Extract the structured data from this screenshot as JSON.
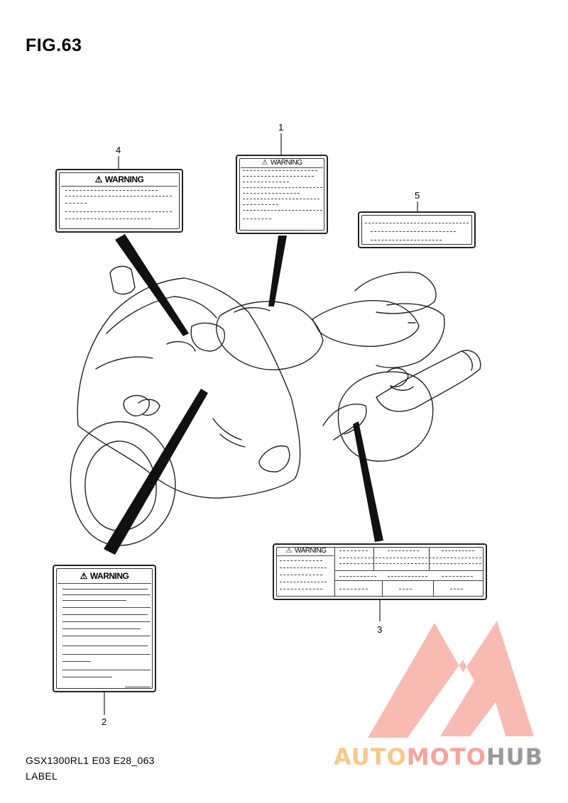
{
  "figure": {
    "title": "FIG.63"
  },
  "callouts": {
    "c1": "1",
    "c2": "2",
    "c3": "3",
    "c4": "4",
    "c5": "5"
  },
  "labels": {
    "warning_text": "WARNING"
  },
  "footer": {
    "model_code": "GSX1300RL1 E03 E28_063",
    "section_name": "LABEL"
  },
  "watermark": {
    "part1": "AUTO",
    "part2": "MOTO",
    "part3": "HUB",
    "colors": {
      "auto": "#f7c98a",
      "moto": "#f5a49b",
      "hub": "#9a9a9a",
      "logo": "#f5a49b"
    }
  }
}
